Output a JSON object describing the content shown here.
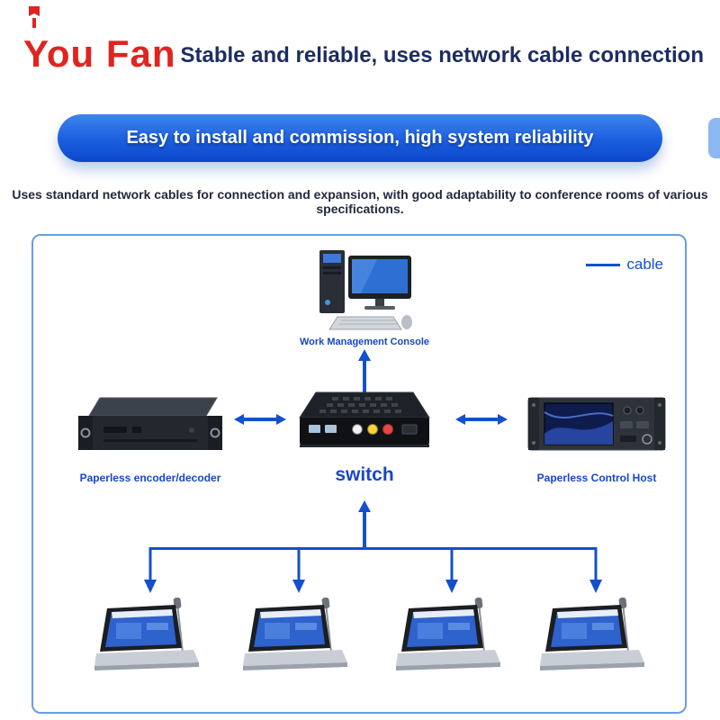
{
  "header": {
    "brand": "You Fan",
    "tagline": "Stable and reliable, uses network cable connection"
  },
  "banner": {
    "text": "Easy to install and commission, high system reliability"
  },
  "description": "Uses standard network cables for connection and expansion, with good adaptability to conference rooms of various specifications.",
  "diagram": {
    "cable_label": "cable",
    "console_label": "Work Management Console",
    "encoder_label": "Paperless encoder/decoder",
    "switch_label": "switch",
    "host_label": "Paperless Control Host",
    "terminal_count": 4
  },
  "colors": {
    "brand_red": "#e02420",
    "title_navy": "#1c2d60",
    "banner_blue": "#1a5ede",
    "label_blue": "#1747c8",
    "arrow_blue": "#1450cc",
    "panel_border": "#679ee2"
  }
}
